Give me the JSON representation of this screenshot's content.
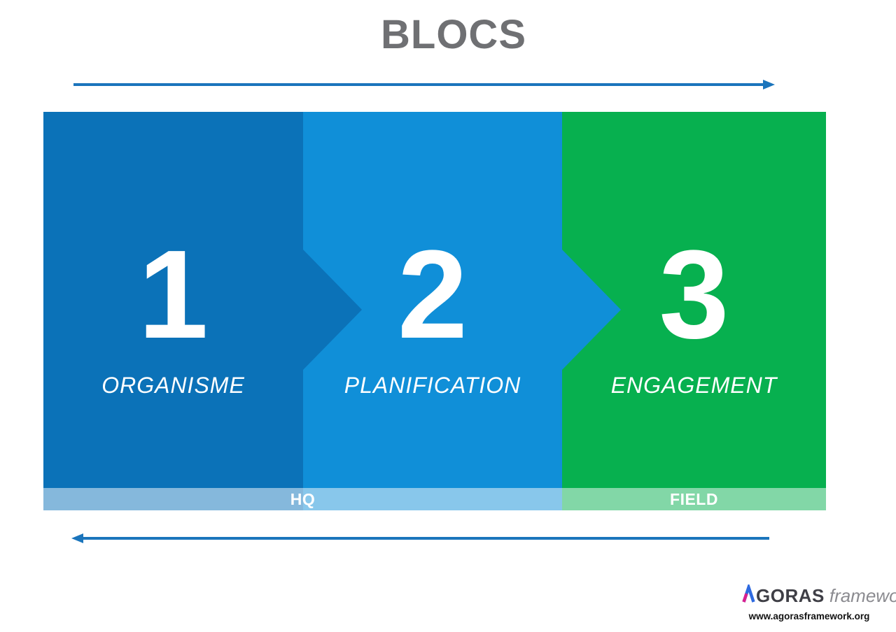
{
  "title": "BLOCS",
  "blocks": [
    {
      "number": "1",
      "label": "ORGANISME",
      "color": "#0b72b8",
      "band": "HQ"
    },
    {
      "number": "2",
      "label": "PLANIFICATION",
      "color": "#108fd8",
      "band": "HQ"
    },
    {
      "number": "3",
      "label": "ENGAGEMENT",
      "color": "#07b04f",
      "band": "FIELD"
    }
  ],
  "bands": {
    "hq": "HQ",
    "field": "FIELD",
    "hq_color_1": "#85b8dc",
    "hq_color_2": "#88c7eb",
    "field_color": "#82d7a7"
  },
  "arrows": {
    "top_icon": "right-arrow",
    "bottom_icon": "left-arrow",
    "color": "#1b75bc"
  },
  "logo": {
    "letter": "A",
    "brand": "GORAS",
    "suffix": "framework",
    "url": "www.agorasframework.org",
    "letter_blue": "#2e6ae0",
    "letter_magenta": "#da1f8f"
  },
  "colors": {
    "title_gray": "#6f7073",
    "white": "#ffffff"
  }
}
